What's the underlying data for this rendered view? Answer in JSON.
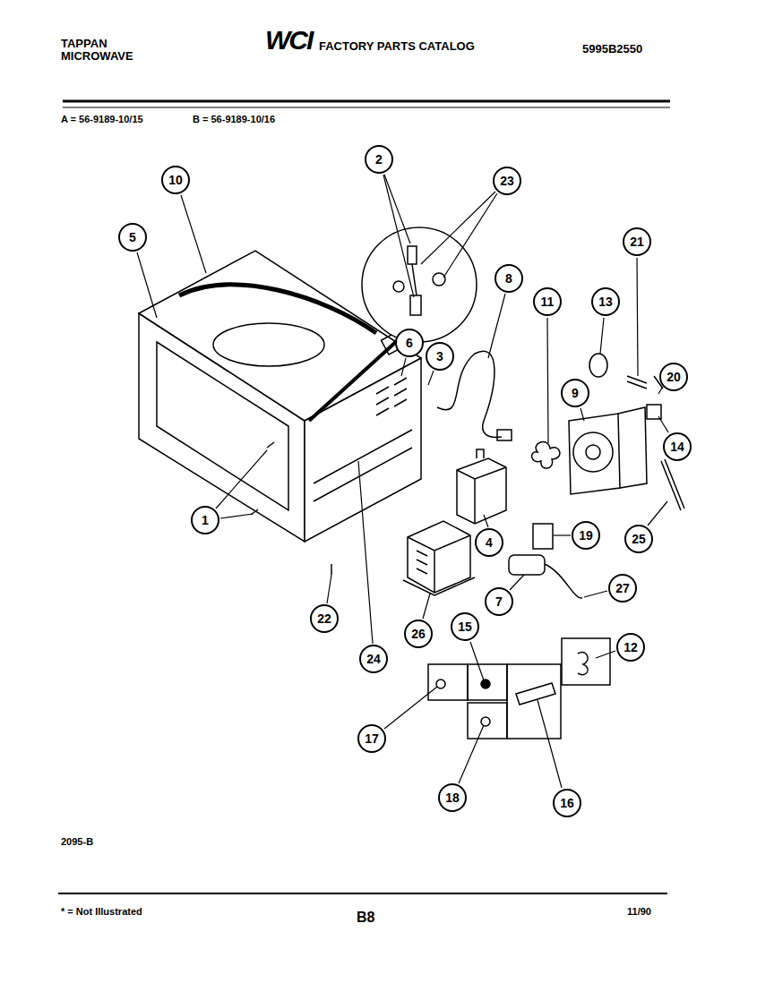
{
  "diagram": {
    "nodes": [
      {
        "text": [
          "2"
        ]
      },
      {
        "text": [
          "23"
        ]
      },
      {
        "text": [
          "10"
        ]
      },
      {
        "text": [
          "21"
        ]
      },
      {
        "text": [
          "5"
        ]
      },
      {
        "text": [
          "8"
        ]
      },
      {
        "text": [
          "11"
        ]
      },
      {
        "text": [
          "13"
        ]
      },
      {
        "text": [
          "6"
        ]
      },
      {
        "text": [
          "3"
        ]
      },
      {
        "text": [
          "20"
        ]
      },
      {
        "text": [
          "9"
        ]
      },
      {
        "text": [
          "14"
        ]
      },
      {
        "text": [
          "1"
        ]
      },
      {
        "text": [
          "19"
        ]
      },
      {
        "text": [
          "4"
        ]
      },
      {
        "text": [
          "25"
        ]
      },
      {
        "text": [
          "27"
        ]
      },
      {
        "text": [
          "7"
        ]
      },
      {
        "text": [
          "22"
        ]
      },
      {
        "text": [
          "15"
        ]
      },
      {
        "text": [
          "26"
        ]
      },
      {
        "text": [
          "12"
        ]
      },
      {
        "text": [
          "24"
        ]
      },
      {
        "text": [
          "17"
        ]
      },
      {
        "text": [
          "18"
        ]
      },
      {
        "text": [
          "16"
        ]
      }
    ],
    "labels": [
      "TAPPAN MICROWAVE",
      "WCI",
      "FACTORY PARTS CATALOG",
      "5995B2550",
      "A = 56-9189-10/15",
      "B = 56-9189-10/16",
      "2095-B",
      "* = Not Illustrated",
      "B8",
      "11/90"
    ]
  }
}
